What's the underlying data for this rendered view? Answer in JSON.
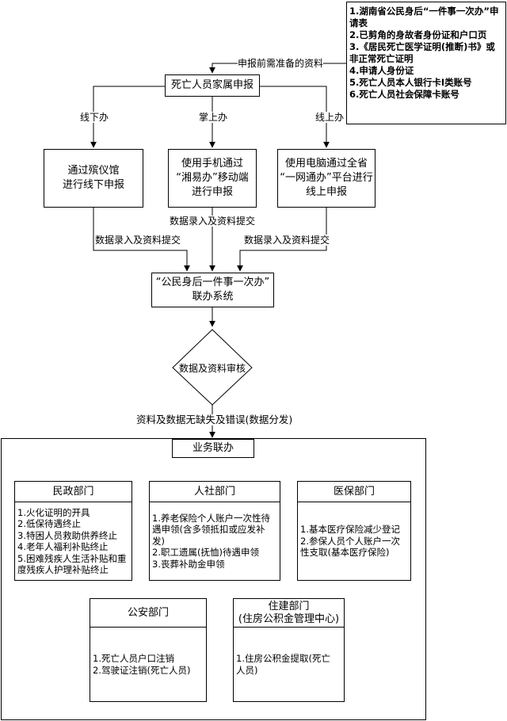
{
  "requirements": {
    "items": [
      "1.湖南省公民身后“一件事一次办”申请表",
      "2.已剪角的身故者身份证和户口页",
      "3.《居民死亡医学证明(推断)书》或非正常死亡证明",
      "4.申请人身份证",
      "5.死亡人员本人银行卡Ⅰ类账号",
      "6.死亡人员社会保障卡账号"
    ]
  },
  "labels": {
    "prep": "申报前需准备的资料",
    "offline": "线下办",
    "mobile": "掌上办",
    "online": "线上办",
    "data_submit": "数据录入及资料提交",
    "no_defect": "资料及数据无缺失及错误(数据分发)"
  },
  "nodes": {
    "family_apply": "死亡人员家属申报",
    "funeral_home": [
      "通过殡仪馆",
      "进行线下申报"
    ],
    "phone_app": [
      "使用手机通过",
      "“湘易办”移动端",
      "进行申报"
    ],
    "pc_platform": [
      "使用电脑通过全省",
      "“一网通办”平台进行",
      "线上申报"
    ],
    "joint_system": [
      "“公民身后一件事一次办”",
      "联办系统"
    ],
    "review": "数据及资料审核",
    "business": "业务联办"
  },
  "departments": {
    "civil": {
      "title": "民政部门",
      "items": [
        "1.火化证明的开具",
        "2.低保待遇终止",
        "3.特困人员救助供养终止",
        "4.老年人福利补贴终止",
        "5.困难残疾人生活补贴和重",
        "度残疾人护理补贴终止"
      ]
    },
    "hr": {
      "title": "人社部门",
      "items": [
        "1.养老保险个人账户一次性待",
        "遇申领(含多领抵扣或应发补",
        "发)",
        "2.职工遗属(抚恤)待遇申领",
        "3.丧葬补助金申领"
      ]
    },
    "medical": {
      "title": "医保部门",
      "items": [
        "1.基本医疗保险减少登记",
        "2.参保人员个人账户一次",
        "性支取(基本医疗保险)"
      ]
    },
    "police": {
      "title": "公安部门",
      "items": [
        "1.死亡人员户口注销",
        "2.驾驶证注销(死亡人员)"
      ]
    },
    "housing": {
      "title": [
        "住建部门",
        "(住房公积金管理中心)"
      ],
      "items": [
        "1.住房公积金提取(死亡",
        "人员)"
      ]
    }
  }
}
